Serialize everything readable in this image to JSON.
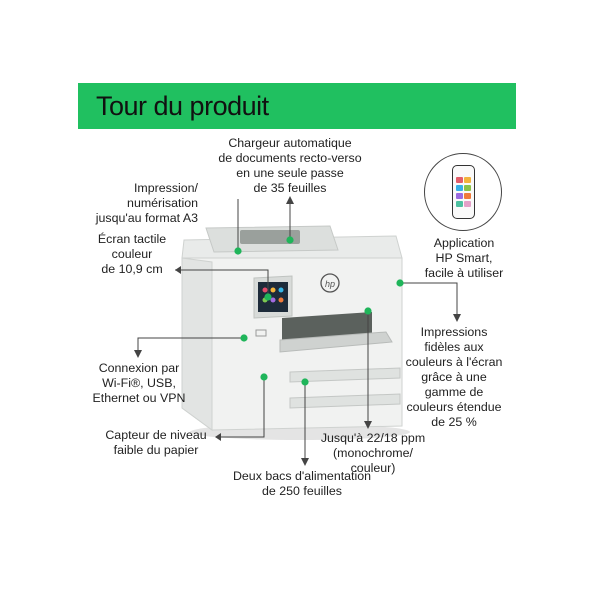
{
  "banner": {
    "title": "Tour du produit",
    "color": "#20c060"
  },
  "features": {
    "adf": [
      "Chargeur automatique",
      "de documents recto-verso",
      "en une seule passe",
      "de 35 feuilles"
    ],
    "a3": [
      "Impression/",
      "numérisation",
      "jusqu'au format A3"
    ],
    "screen": [
      "Écran tactile",
      "couleur",
      "de 10,9 cm"
    ],
    "connectivity": [
      "Connexion par",
      "Wi-Fi®, USB,",
      "Ethernet ou VPN"
    ],
    "paper_sensor": [
      "Capteur de niveau",
      "faible du papier"
    ],
    "trays": [
      "Deux bacs d'alimentation",
      "de 250 feuilles"
    ],
    "speed": [
      "Jusqu'à 22/18 ppm",
      "(monochrome/",
      "couleur)"
    ],
    "colors": [
      "Impressions",
      "fidèles aux",
      "couleurs à l'écran",
      "grâce à une",
      "gamme de",
      "couleurs étendue",
      "de 25 %"
    ],
    "app": [
      "Application",
      "HP Smart,",
      "facile à utiliser"
    ]
  },
  "icons": {
    "brand_logo": "hp-logo-icon",
    "smartphone": "smartphone-icon",
    "marker": "green-dot-marker"
  },
  "colors": {
    "accent": "#20c060",
    "marker": "#1fb55a",
    "printer_body": "#eef0ef",
    "leader_line": "#444444"
  }
}
